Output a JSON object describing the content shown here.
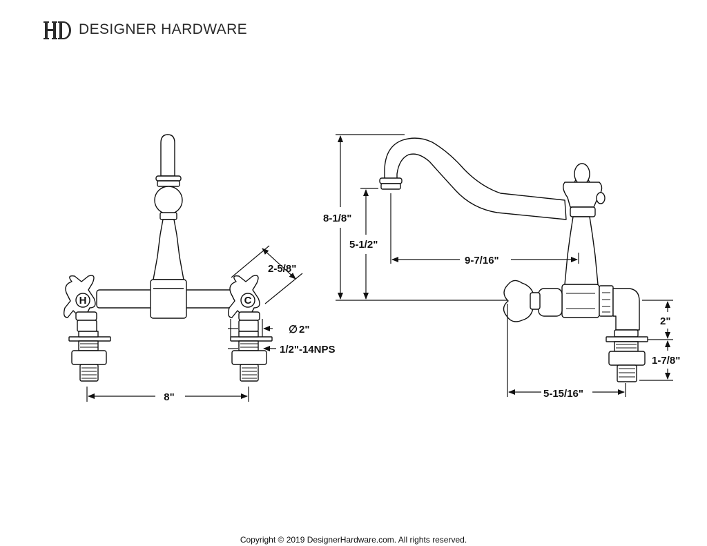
{
  "brand": {
    "logo_letters": "HD",
    "name": "DESIGNER HARDWARE"
  },
  "front_view": {
    "dim_centers": "8\"",
    "dim_handle_span": "2-5/8\"",
    "dim_diameter": "2\"",
    "dim_thread": "1/2\"-14NPS",
    "hot_label": "H",
    "cold_label": "C"
  },
  "side_view": {
    "dim_total_height": "8-1/8\"",
    "dim_spout_height": "5-1/2\"",
    "dim_spout_reach": "9-7/16\"",
    "dim_offset": "2\"",
    "dim_shank": "1-7/8\"",
    "dim_wall_depth": "5-15/16\""
  },
  "diameter_symbol": "∅",
  "copyright": "Copyright © 2019 DesignerHardware.com. All rights reserved.",
  "colors": {
    "line": "#111111",
    "background": "#ffffff"
  }
}
